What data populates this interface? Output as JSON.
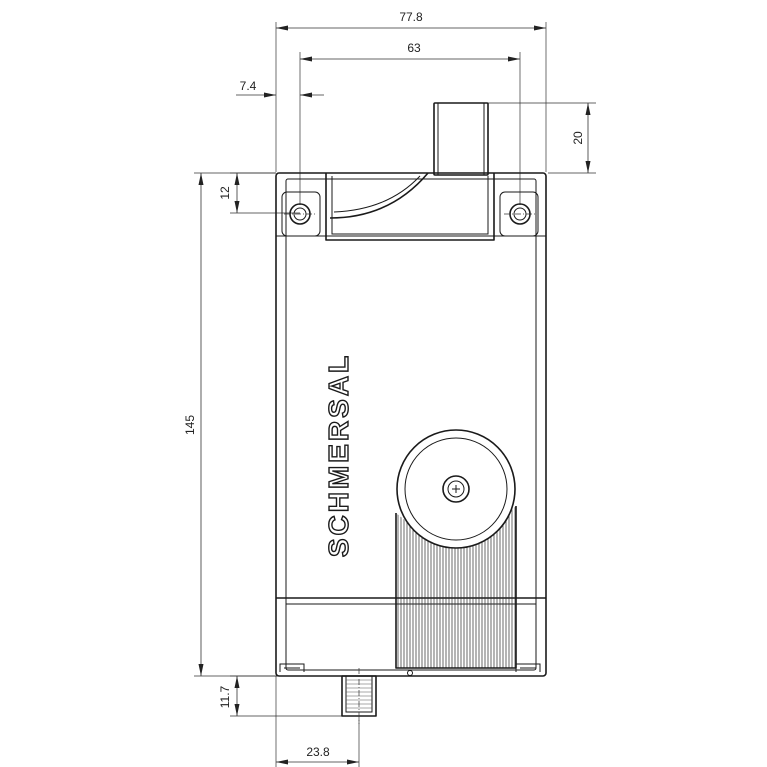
{
  "drawing": {
    "brand_text": "SCHMERSAL",
    "dimensions": {
      "overall_width": "77.8",
      "hole_spacing": "63",
      "hole_offset_left": "7.4",
      "actuator_height": "20",
      "hole_offset_top": "12",
      "overall_height": "145",
      "connector_height": "11.7",
      "connector_offset": "23.8"
    }
  }
}
